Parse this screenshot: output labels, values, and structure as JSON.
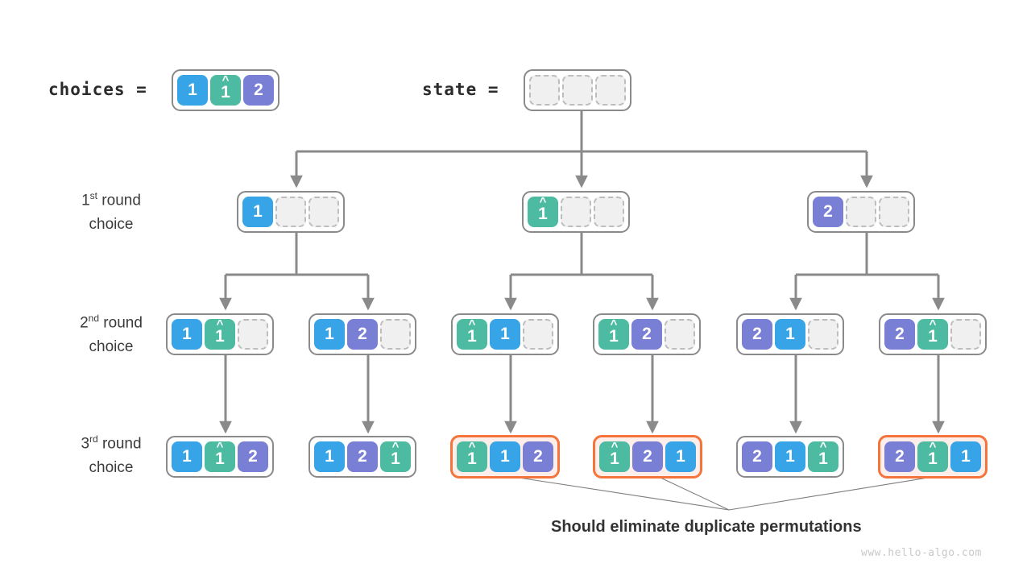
{
  "header": {
    "choices_label": "choices =",
    "state_label": "state ="
  },
  "colors": {
    "blue": "#37a4e8",
    "teal": "#4dbba1",
    "purple": "#7a7fd6",
    "highlight_border": "#f4743b",
    "highlight_fill": "#fdeeea",
    "node_border": "#8a8a8a",
    "empty_cell": "#f0f0f0",
    "edge": "#8a8a8a"
  },
  "glyphs": {
    "one": "1",
    "two": "2",
    "one_hat": "1",
    "caret": "^"
  },
  "choices": {
    "cells": [
      {
        "value": "1",
        "color": "blue",
        "hat": false
      },
      {
        "value": "1",
        "color": "teal",
        "hat": true
      },
      {
        "value": "2",
        "color": "purple",
        "hat": false
      }
    ]
  },
  "state": {
    "cells": [
      {
        "value": "",
        "color": "empty",
        "hat": false
      },
      {
        "value": "",
        "color": "empty",
        "hat": false
      },
      {
        "value": "",
        "color": "empty",
        "hat": false
      }
    ]
  },
  "rows": [
    {
      "ordinal": "1",
      "suffix": "st",
      "line1_rest": " round",
      "line2": "choice"
    },
    {
      "ordinal": "2",
      "suffix": "nd",
      "line1_rest": " round",
      "line2": "choice"
    },
    {
      "ordinal": "3",
      "suffix": "rd",
      "line1_rest": " round",
      "line2": "choice"
    }
  ],
  "level1": [
    {
      "highlight": false,
      "cells": [
        {
          "value": "1",
          "color": "blue",
          "hat": false
        },
        {
          "value": "",
          "color": "empty",
          "hat": false
        },
        {
          "value": "",
          "color": "empty",
          "hat": false
        }
      ]
    },
    {
      "highlight": false,
      "cells": [
        {
          "value": "1",
          "color": "teal",
          "hat": true
        },
        {
          "value": "",
          "color": "empty",
          "hat": false
        },
        {
          "value": "",
          "color": "empty",
          "hat": false
        }
      ]
    },
    {
      "highlight": false,
      "cells": [
        {
          "value": "2",
          "color": "purple",
          "hat": false
        },
        {
          "value": "",
          "color": "empty",
          "hat": false
        },
        {
          "value": "",
          "color": "empty",
          "hat": false
        }
      ]
    }
  ],
  "level2": [
    {
      "highlight": false,
      "cells": [
        {
          "value": "1",
          "color": "blue",
          "hat": false
        },
        {
          "value": "1",
          "color": "teal",
          "hat": true
        },
        {
          "value": "",
          "color": "empty",
          "hat": false
        }
      ]
    },
    {
      "highlight": false,
      "cells": [
        {
          "value": "1",
          "color": "blue",
          "hat": false
        },
        {
          "value": "2",
          "color": "purple",
          "hat": false
        },
        {
          "value": "",
          "color": "empty",
          "hat": false
        }
      ]
    },
    {
      "highlight": false,
      "cells": [
        {
          "value": "1",
          "color": "teal",
          "hat": true
        },
        {
          "value": "1",
          "color": "blue",
          "hat": false
        },
        {
          "value": "",
          "color": "empty",
          "hat": false
        }
      ]
    },
    {
      "highlight": false,
      "cells": [
        {
          "value": "1",
          "color": "teal",
          "hat": true
        },
        {
          "value": "2",
          "color": "purple",
          "hat": false
        },
        {
          "value": "",
          "color": "empty",
          "hat": false
        }
      ]
    },
    {
      "highlight": false,
      "cells": [
        {
          "value": "2",
          "color": "purple",
          "hat": false
        },
        {
          "value": "1",
          "color": "blue",
          "hat": false
        },
        {
          "value": "",
          "color": "empty",
          "hat": false
        }
      ]
    },
    {
      "highlight": false,
      "cells": [
        {
          "value": "2",
          "color": "purple",
          "hat": false
        },
        {
          "value": "1",
          "color": "teal",
          "hat": true
        },
        {
          "value": "",
          "color": "empty",
          "hat": false
        }
      ]
    }
  ],
  "level3": [
    {
      "highlight": false,
      "cells": [
        {
          "value": "1",
          "color": "blue",
          "hat": false
        },
        {
          "value": "1",
          "color": "teal",
          "hat": true
        },
        {
          "value": "2",
          "color": "purple",
          "hat": false
        }
      ]
    },
    {
      "highlight": false,
      "cells": [
        {
          "value": "1",
          "color": "blue",
          "hat": false
        },
        {
          "value": "2",
          "color": "purple",
          "hat": false
        },
        {
          "value": "1",
          "color": "teal",
          "hat": true
        }
      ]
    },
    {
      "highlight": true,
      "cells": [
        {
          "value": "1",
          "color": "teal",
          "hat": true
        },
        {
          "value": "1",
          "color": "blue",
          "hat": false
        },
        {
          "value": "2",
          "color": "purple",
          "hat": false
        }
      ]
    },
    {
      "highlight": true,
      "cells": [
        {
          "value": "1",
          "color": "teal",
          "hat": true
        },
        {
          "value": "2",
          "color": "purple",
          "hat": false
        },
        {
          "value": "1",
          "color": "blue",
          "hat": false
        }
      ]
    },
    {
      "highlight": false,
      "cells": [
        {
          "value": "2",
          "color": "purple",
          "hat": false
        },
        {
          "value": "1",
          "color": "blue",
          "hat": false
        },
        {
          "value": "1",
          "color": "teal",
          "hat": true
        }
      ]
    },
    {
      "highlight": true,
      "cells": [
        {
          "value": "2",
          "color": "purple",
          "hat": false
        },
        {
          "value": "1",
          "color": "teal",
          "hat": true
        },
        {
          "value": "1",
          "color": "blue",
          "hat": false
        }
      ]
    }
  ],
  "annotation": {
    "caption": "Should eliminate duplicate permutations"
  },
  "footer": {
    "watermark": "www.hello-algo.com"
  }
}
